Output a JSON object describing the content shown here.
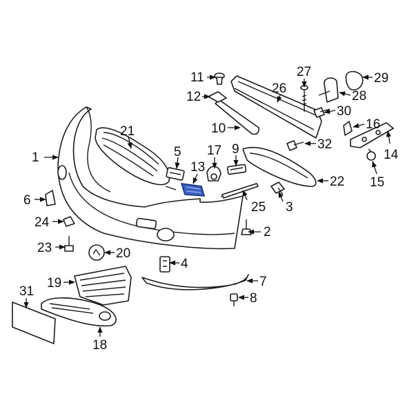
{
  "diagram": {
    "highlight_color": "#3a62c4",
    "callouts": [
      {
        "id": "c1",
        "label": "1"
      },
      {
        "id": "c2",
        "label": "2"
      },
      {
        "id": "c3",
        "label": "3"
      },
      {
        "id": "c4",
        "label": "4"
      },
      {
        "id": "c5",
        "label": "5"
      },
      {
        "id": "c6",
        "label": "6"
      },
      {
        "id": "c7",
        "label": "7"
      },
      {
        "id": "c8",
        "label": "8"
      },
      {
        "id": "c9",
        "label": "9"
      },
      {
        "id": "c10",
        "label": "10"
      },
      {
        "id": "c11",
        "label": "11"
      },
      {
        "id": "c12",
        "label": "12"
      },
      {
        "id": "c13",
        "label": "13"
      },
      {
        "id": "c14",
        "label": "14"
      },
      {
        "id": "c15",
        "label": "15"
      },
      {
        "id": "c16",
        "label": "16"
      },
      {
        "id": "c17",
        "label": "17"
      },
      {
        "id": "c18",
        "label": "18"
      },
      {
        "id": "c19",
        "label": "19"
      },
      {
        "id": "c20",
        "label": "20"
      },
      {
        "id": "c21",
        "label": "21"
      },
      {
        "id": "c22",
        "label": "22"
      },
      {
        "id": "c23",
        "label": "23"
      },
      {
        "id": "c24",
        "label": "24"
      },
      {
        "id": "c25",
        "label": "25"
      },
      {
        "id": "c26",
        "label": "26"
      },
      {
        "id": "c27",
        "label": "27"
      },
      {
        "id": "c28",
        "label": "28"
      },
      {
        "id": "c29",
        "label": "29"
      },
      {
        "id": "c30",
        "label": "30"
      },
      {
        "id": "c31",
        "label": "31"
      },
      {
        "id": "c32",
        "label": "32"
      }
    ]
  }
}
